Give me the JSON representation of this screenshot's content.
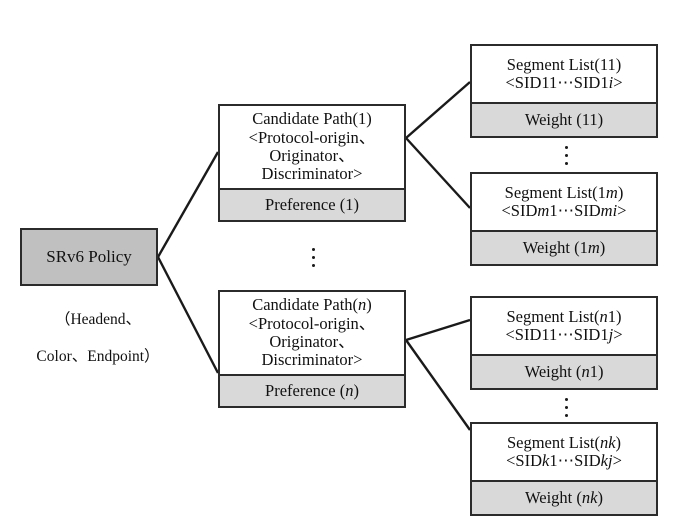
{
  "diagram": {
    "title": "SRv6 Policy structure",
    "colors": {
      "root_fill": "#c0c0c0",
      "node_fill": "#ffffff",
      "footer_fill": "#d9d9d9",
      "stroke": "#2b2b2b",
      "text": "#111111"
    },
    "root": {
      "label": "SRv6 Policy",
      "caption_line1": "（Headend、",
      "caption_line2": "Color、Endpoint）"
    },
    "candidate_paths": [
      {
        "title_prefix": "Candidate Path(",
        "title_index": "1",
        "title_index_italic": false,
        "title_suffix": ")",
        "attr_line1": "<Protocol-origin、",
        "attr_line2": "Originator、",
        "attr_line3": "Discriminator>",
        "footer_prefix": "Preference (",
        "footer_index": "1",
        "footer_index_italic": false,
        "footer_suffix": ")"
      },
      {
        "title_prefix": "Candidate Path(",
        "title_index": "n",
        "title_index_italic": true,
        "title_suffix": ")",
        "attr_line1": "<Protocol-origin、",
        "attr_line2": "Originator、",
        "attr_line3": "Discriminator>",
        "footer_prefix": "Preference (",
        "footer_index": "n",
        "footer_index_italic": true,
        "footer_suffix": ")"
      }
    ],
    "segment_lists": [
      {
        "title_prefix": "Segment List(",
        "title_index_plain": "11",
        "title_index_italic": "",
        "title_suffix": ")",
        "sid_open": "<SID",
        "sid_first_plain": "11",
        "sid_first_italic": "",
        "sid_dots": "⋯",
        "sid_second_prefix": "SID",
        "sid_second_plain": "1",
        "sid_second_italic": "i",
        "sid_close": ">",
        "footer_prefix": "Weight (",
        "footer_index_plain": "11",
        "footer_index_italic": "",
        "footer_suffix": ")"
      },
      {
        "title_prefix": "Segment List(",
        "title_index_plain": "1",
        "title_index_italic": "m",
        "title_suffix": ")",
        "sid_open": "<SID",
        "sid_first_plain": "",
        "sid_first_italic": "m",
        "sid_first_tail": "1",
        "sid_dots": "⋯",
        "sid_second_prefix": "SID",
        "sid_second_plain": "",
        "sid_second_italic": "mi",
        "sid_close": ">",
        "footer_prefix": "Weight (",
        "footer_index_plain": "1",
        "footer_index_italic": "m",
        "footer_suffix": ")"
      },
      {
        "title_prefix": "Segment List(",
        "title_index_plain": "",
        "title_index_italic": "n",
        "title_index_tail": "1",
        "title_suffix": ")",
        "sid_open": "<SID",
        "sid_first_plain": "11",
        "sid_first_italic": "",
        "sid_dots": "⋯",
        "sid_second_prefix": "SID",
        "sid_second_plain": "1",
        "sid_second_italic": "j",
        "sid_close": ">",
        "footer_prefix": "Weight (",
        "footer_index_plain": "",
        "footer_index_italic": "n",
        "footer_index_tail": "1",
        "footer_suffix": ")"
      },
      {
        "title_prefix": "Segment List(",
        "title_index_plain": "",
        "title_index_italic": "nk",
        "title_suffix": ")",
        "sid_open": "<SID",
        "sid_first_plain": "",
        "sid_first_italic": "k",
        "sid_first_tail": "1",
        "sid_dots": "⋯",
        "sid_second_prefix": "SID",
        "sid_second_plain": "",
        "sid_second_italic": "kj",
        "sid_close": ">",
        "footer_prefix": "Weight (",
        "footer_index_plain": "",
        "footer_index_italic": "nk",
        "footer_suffix": ")"
      }
    ],
    "ellipses": [
      {
        "name": "between-candidate-paths"
      },
      {
        "name": "between-segment-lists-of-path-1"
      },
      {
        "name": "between-segment-lists-of-path-n"
      }
    ]
  }
}
